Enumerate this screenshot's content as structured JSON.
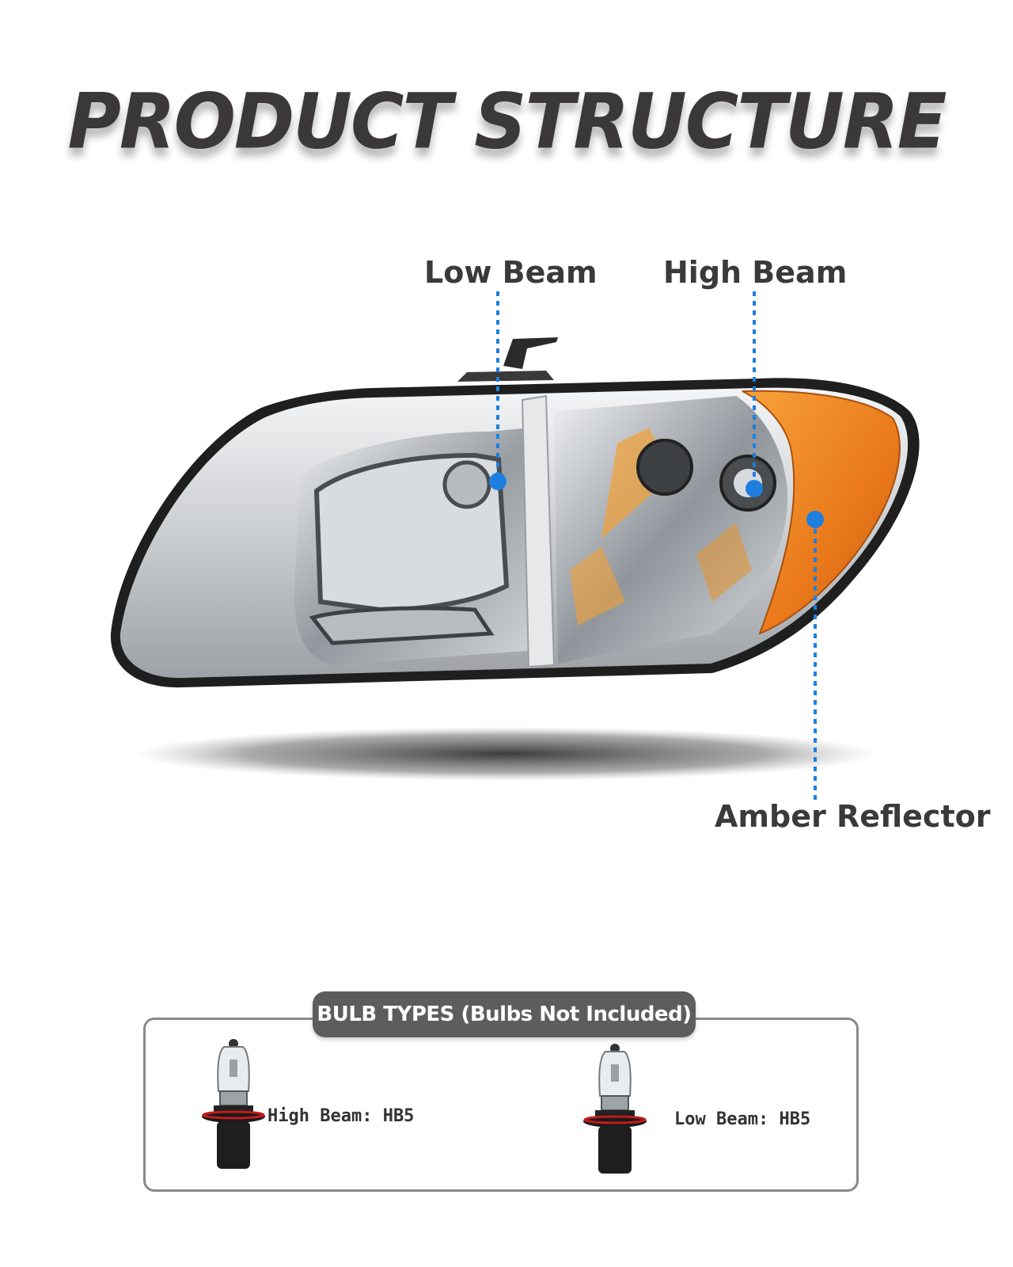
{
  "title": "PRODUCT STRUCTURE",
  "callouts": {
    "low_beam": "Low Beam",
    "high_beam": "High Beam",
    "amber_reflector": "Amber Reflector"
  },
  "bulb_types": {
    "header": "BULB TYPES (Bulbs Not Included)",
    "items": [
      {
        "label": "High Beam: HB5",
        "icon": "hb5-bulb-icon"
      },
      {
        "label": "Low Beam: HB5",
        "icon": "hb5-bulb-icon"
      }
    ]
  },
  "colors": {
    "title": "#3a3838",
    "callout_dot": "#1e7fe0",
    "amber": "#f08a1c",
    "header_bg": "#5e5d5d"
  }
}
